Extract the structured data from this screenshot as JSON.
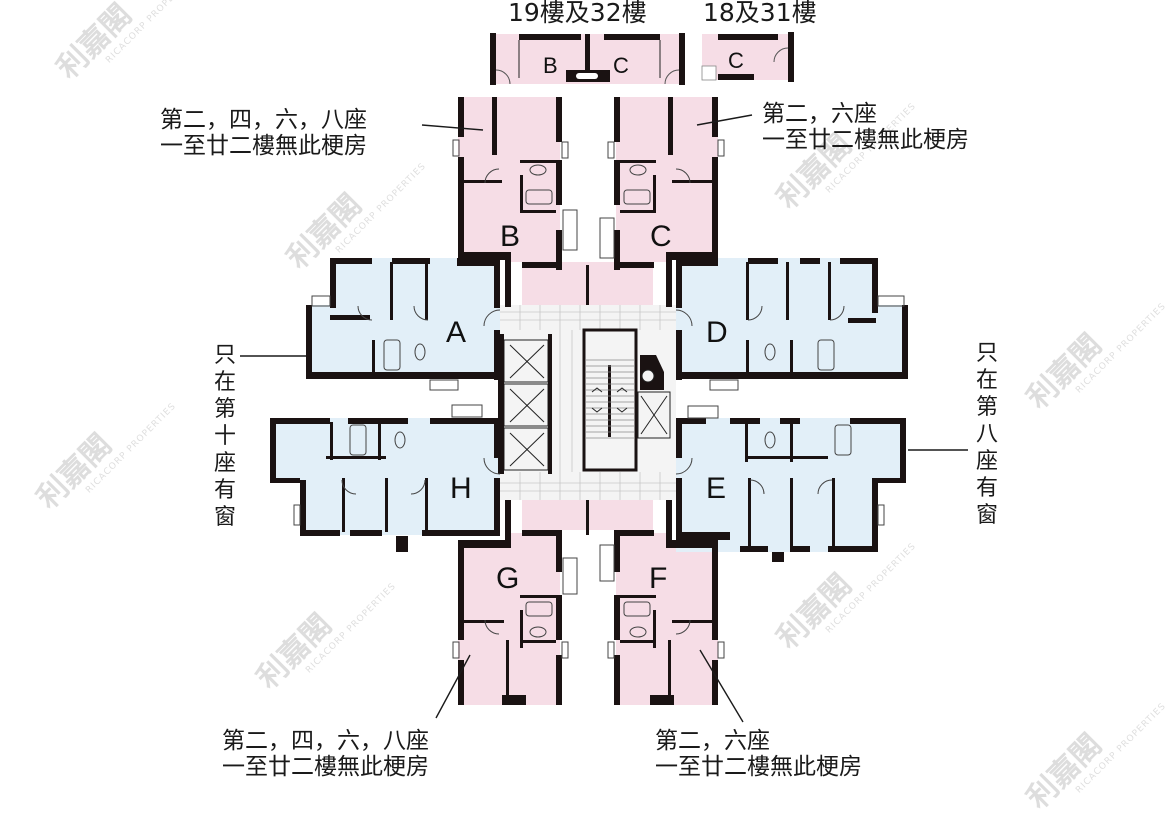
{
  "colors": {
    "pink_unit": "#f6dde6",
    "blue_unit": "#e2eff8",
    "wall": "#1a1212",
    "core_floor": "#f4f4f4",
    "line": "#222222"
  },
  "top_insets": {
    "left_title": "19樓及32樓",
    "right_title": "18及31樓",
    "left_units": [
      "B",
      "C"
    ],
    "right_units": [
      "C"
    ]
  },
  "annotations": {
    "top_left": {
      "line1": "第二，四，六，八座",
      "line2": "一至廿二樓無此梗房"
    },
    "top_right": {
      "line1": "第二，六座",
      "line2": "一至廿二樓無此梗房"
    },
    "bottom_left": {
      "line1": "第二，四，六，八座",
      "line2": "一至廿二樓無此梗房"
    },
    "bottom_right": {
      "line1": "第二，六座",
      "line2": "一至廿二樓無此梗房"
    },
    "left_vertical": [
      "只",
      "在",
      "第",
      "十",
      "座",
      "有",
      "窗"
    ],
    "right_vertical": [
      "只",
      "在",
      "第",
      "八",
      "座",
      "有",
      "窗"
    ]
  },
  "units": [
    {
      "id": "A",
      "color": "blue"
    },
    {
      "id": "B",
      "color": "pink"
    },
    {
      "id": "C",
      "color": "pink"
    },
    {
      "id": "D",
      "color": "blue"
    },
    {
      "id": "E",
      "color": "blue"
    },
    {
      "id": "F",
      "color": "pink"
    },
    {
      "id": "G",
      "color": "pink"
    },
    {
      "id": "H",
      "color": "blue"
    }
  ],
  "watermark": {
    "cn": "利嘉閣",
    "en": "RICACORP PROPERTIES"
  }
}
